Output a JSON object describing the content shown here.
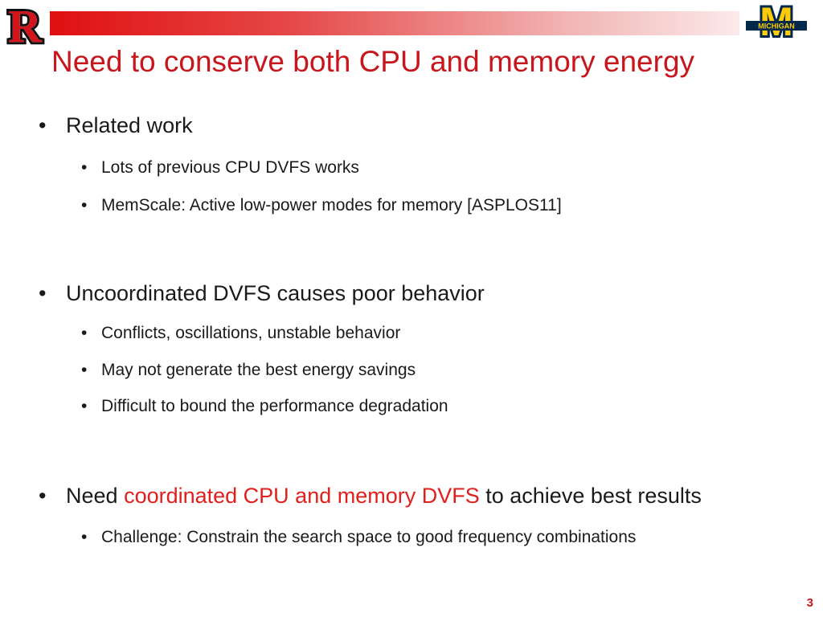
{
  "slide": {
    "title": "Need to conserve both CPU and memory energy",
    "number": "3",
    "logo_left_letter": "R",
    "logo_right_letter": "M",
    "logo_right_text": "MICHIGAN",
    "colors": {
      "title": "#c8161d",
      "highlight": "#e0201c",
      "michigan_blue": "#00274c",
      "michigan_maize": "#ffcb05"
    }
  },
  "bullets": {
    "b1": {
      "dot": "•",
      "text": "Related work"
    },
    "b1_1": {
      "dot": "•",
      "text": "Lots of previous CPU DVFS works"
    },
    "b1_2": {
      "dot": "•",
      "text": "MemScale: Active low-power modes for memory [ASPLOS11]"
    },
    "b2": {
      "dot": "•",
      "text": "Uncoordinated DVFS causes poor behavior"
    },
    "b2_1": {
      "dot": "•",
      "text": "Conflicts, oscillations, unstable behavior"
    },
    "b2_2": {
      "dot": "•",
      "text": "May not generate the best energy savings"
    },
    "b2_3": {
      "dot": "•",
      "text": "Difficult to bound the performance degradation"
    },
    "b3": {
      "dot": "•",
      "pre": "Need ",
      "highlight": "coordinated CPU and memory DVFS",
      "post": " to achieve best results"
    },
    "b3_1": {
      "dot": "•",
      "text": "Challenge: Constrain the search space to good frequency combinations"
    }
  }
}
